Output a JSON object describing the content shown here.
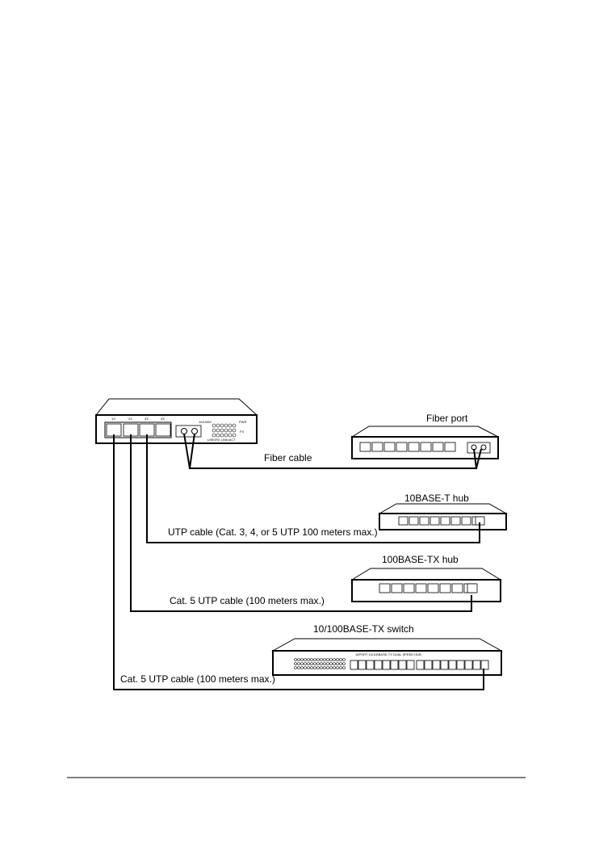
{
  "diagram": {
    "labels": {
      "fiber_port": "Fiber port",
      "fiber_cable": "Fiber cable",
      "hub_10": "10BASE-T hub",
      "utp_cable": "UTP cable (Cat. 3, 4, or 5 UTP 100 meters max.)",
      "hub_100": "100BASE-TX hub",
      "cat5_cable_1": "Cat. 5 UTP cable (100 meters max.)",
      "switch": "10/100BASE-TX switch",
      "cat5_cable_2": "Cat. 5 UTP cable (100 meters max.)"
    },
    "main_device": {
      "port_labels": [
        "1X",
        "2X",
        "3X",
        "4X"
      ],
      "led_text": "10/100M",
      "status_text": "PWR",
      "fiber_text": "FX",
      "mode_text": "LINK/RX LINK/ACT"
    },
    "switch_device": {
      "banner": "16PORT 10/100BASE-TX DUAL SPEED HUB"
    }
  }
}
